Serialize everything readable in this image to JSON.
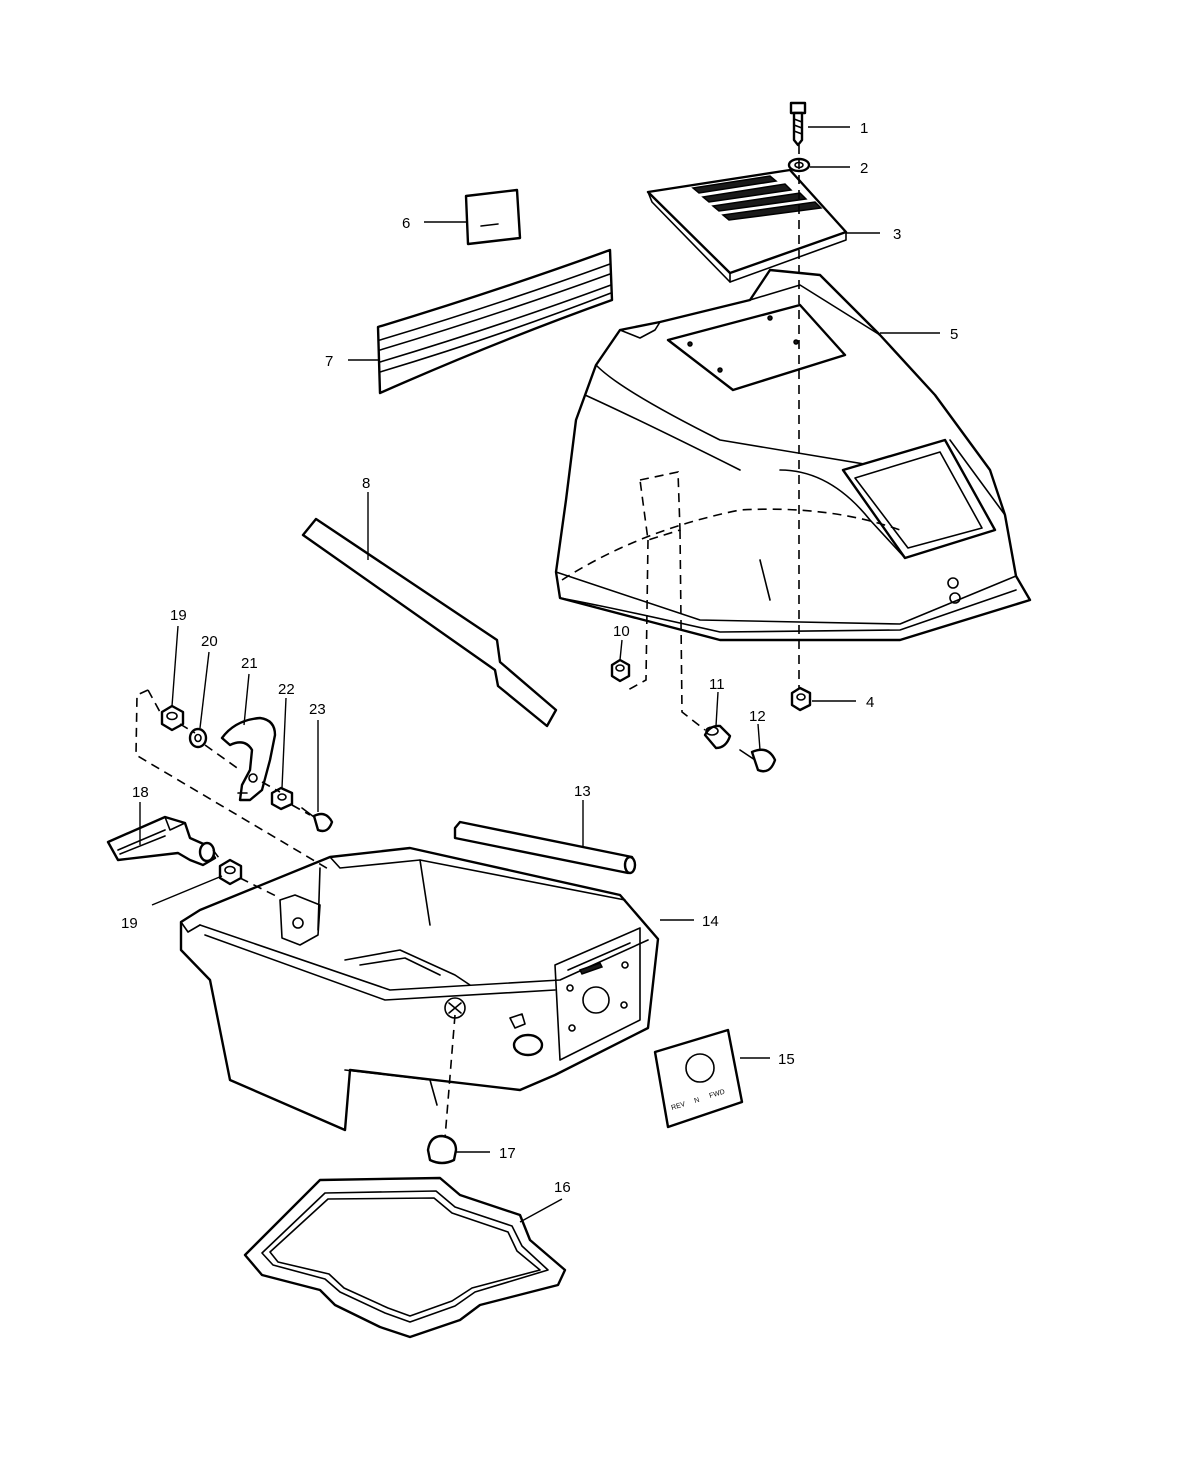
{
  "callouts": [
    {
      "label": "1"
    },
    {
      "label": "2"
    },
    {
      "label": "3"
    },
    {
      "label": "4"
    },
    {
      "label": "5"
    },
    {
      "label": "6"
    },
    {
      "label": "7"
    },
    {
      "label": "8"
    },
    {
      "label": "10"
    },
    {
      "label": "11"
    },
    {
      "label": "12"
    },
    {
      "label": "13"
    },
    {
      "label": "14"
    },
    {
      "label": "15"
    },
    {
      "label": "16"
    },
    {
      "label": "17"
    },
    {
      "label": "18"
    },
    {
      "label": "19"
    },
    {
      "label": "19"
    },
    {
      "label": "20"
    },
    {
      "label": "21"
    },
    {
      "label": "22"
    },
    {
      "label": "23"
    }
  ],
  "decal_15": {
    "left_text": "REV",
    "center_text": "N",
    "right_text": "FWD"
  },
  "colors": {
    "line": "#000000",
    "background": "#ffffff"
  }
}
